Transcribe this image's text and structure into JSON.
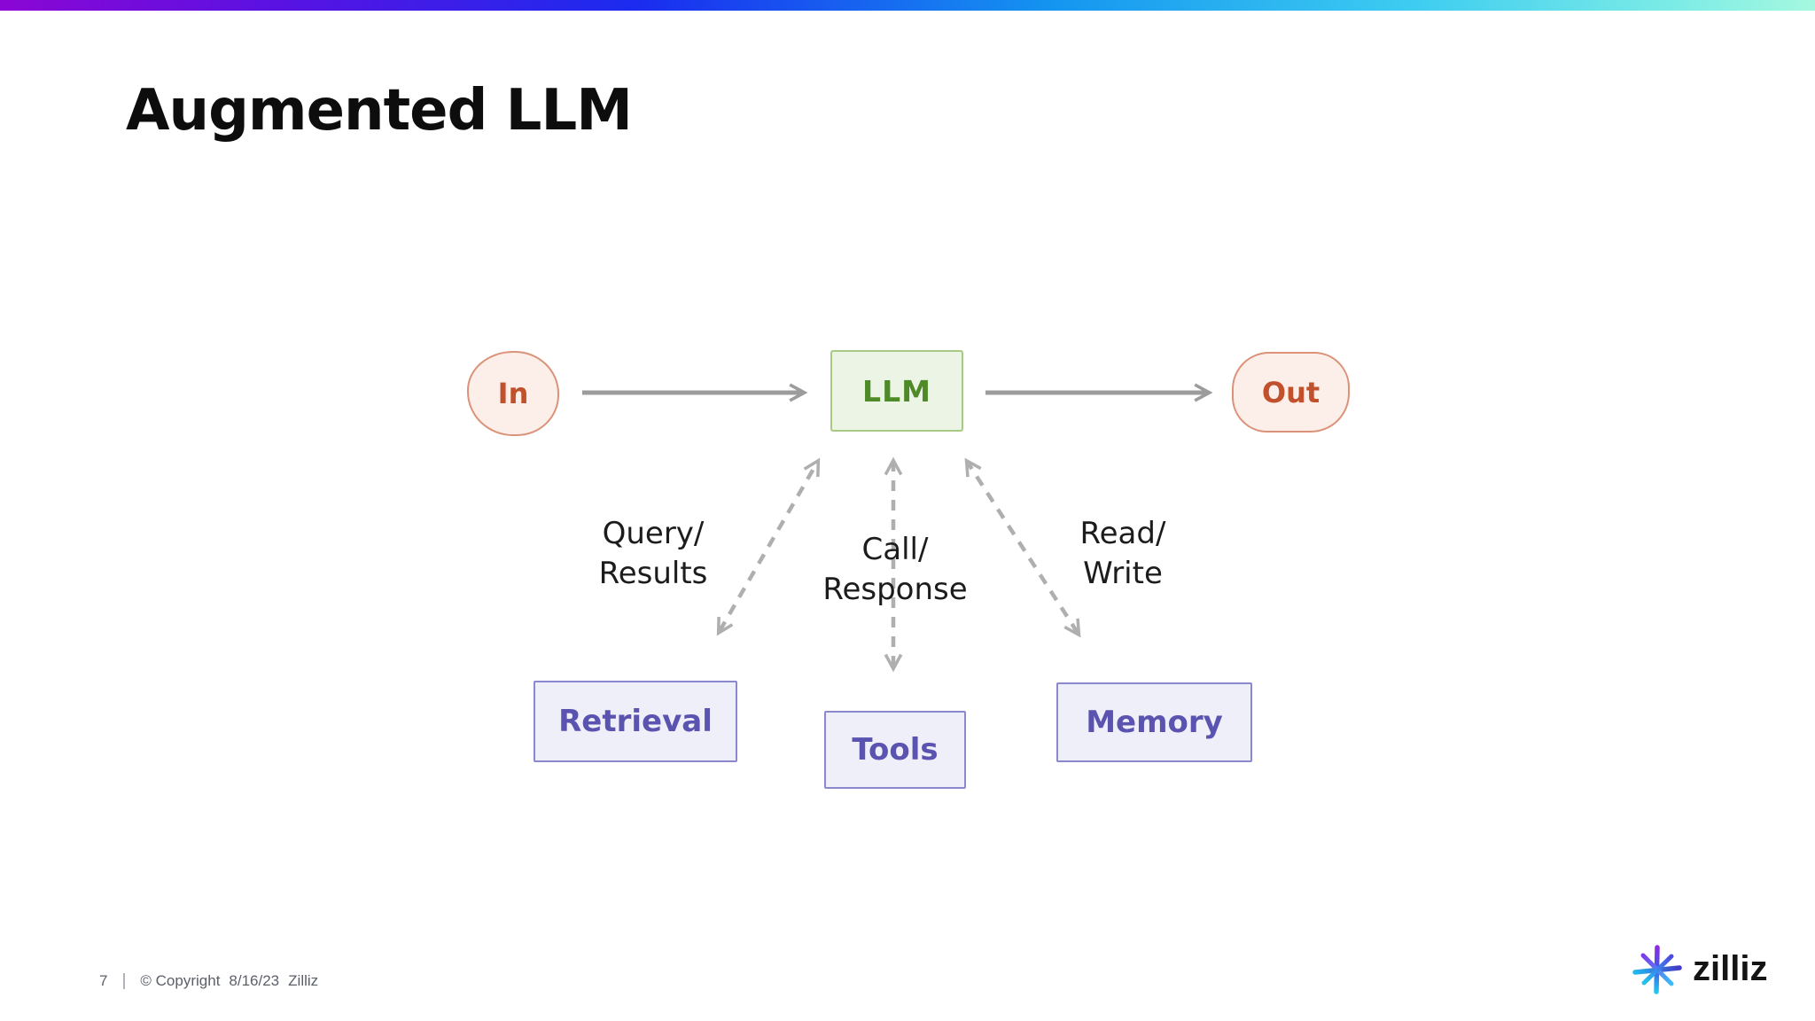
{
  "slide": {
    "title": "Augmented LLM"
  },
  "diagram": {
    "nodes": {
      "in": "In",
      "llm": "LLM",
      "out": "Out",
      "retrieval": "Retrieval",
      "tools": "Tools",
      "memory": "Memory"
    },
    "edge_labels": {
      "query_line1": "Query/",
      "query_line2": "Results",
      "call_line1": "Call/",
      "call_line2": "Response",
      "read_line1": "Read/",
      "read_line2": "Write"
    },
    "colors": {
      "in_out_fill": "#FCEFE9",
      "in_out_border": "#DB9279",
      "in_out_text": "#C1502C",
      "llm_fill": "#ECF4E5",
      "llm_border": "#A7CA86",
      "llm_text": "#4F8A29",
      "tool_fill": "#EFEFF9",
      "tool_border": "#8C88CF",
      "tool_text": "#5A53AF",
      "solid_arrow": "#9C9C9C",
      "dashed_arrow": "#AFAFAF"
    }
  },
  "accent": {
    "top_bar_gradient": [
      "#8B06D4",
      "#1B2BEF",
      "#1495F0",
      "#3ECDF1",
      "#A5F8DF"
    ]
  },
  "footer": {
    "page_number": "7",
    "separator": "|",
    "copyright": "© Copyright",
    "date": "8/16/23",
    "company": "Zilliz"
  },
  "logo": {
    "text": "zilliz"
  }
}
